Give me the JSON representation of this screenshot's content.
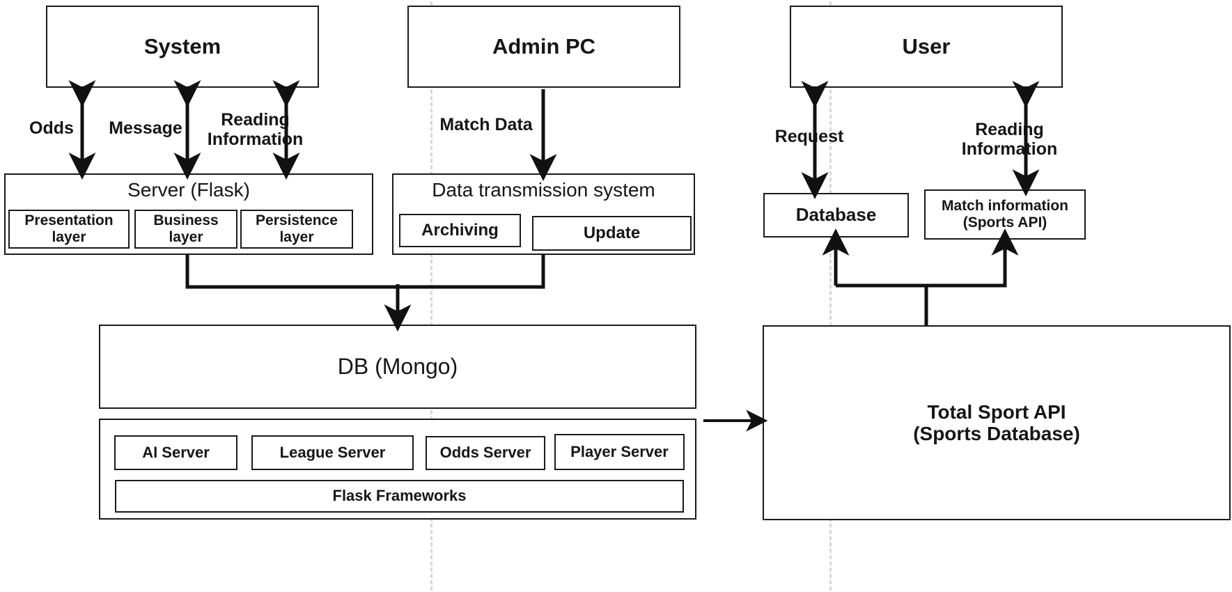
{
  "diagram": {
    "title": "Sports Betting System Architecture",
    "type": "block-architecture",
    "colors": {
      "stroke": "#1a1a1a",
      "background": "#ffffff",
      "text": "#161616",
      "divider": "#d8d8d8"
    },
    "columns": [
      {
        "name": "system-column",
        "label": "System"
      },
      {
        "name": "admin-column",
        "label": "Admin PC"
      },
      {
        "name": "user-column",
        "label": "User"
      }
    ]
  },
  "nodes": {
    "system": "System",
    "admin_pc": "Admin PC",
    "user": "User",
    "server_flask": "Server (Flask)",
    "presentation_layer": "Presentation\nlayer",
    "business_layer": "Business\nlayer",
    "persistence_layer": "Persistence\nlayer",
    "data_transmission_system": "Data transmission system",
    "archiving": "Archiving",
    "update": "Update",
    "database": "Database",
    "match_information": "Match information\n(Sports API)",
    "db_mongo": "DB (Mongo)",
    "ai_server": "AI Server",
    "league_server": "League Server",
    "odds_server": "Odds Server",
    "player_server": "Player Server",
    "flask_frameworks": "Flask Frameworks",
    "total_sport_api": "Total Sport API\n(Sports Database)"
  },
  "edge_labels": {
    "odds": "Odds",
    "message": "Message",
    "reading_information_left": "Reading\nInformation",
    "match_data": "Match Data",
    "request": "Request",
    "reading_information_right": "Reading\nInformation"
  },
  "edges": [
    {
      "from": "System",
      "to": "Server (Flask)",
      "label": "Odds",
      "direction": "bidirectional"
    },
    {
      "from": "System",
      "to": "Server (Flask)",
      "label": "Message",
      "direction": "bidirectional"
    },
    {
      "from": "System",
      "to": "Server (Flask)",
      "label": "Reading Information",
      "direction": "bidirectional"
    },
    {
      "from": "Admin PC",
      "to": "Data transmission system",
      "label": "Match Data",
      "direction": "down"
    },
    {
      "from": "Server (Flask)",
      "to": "DB (Mongo)",
      "label": "",
      "direction": "down"
    },
    {
      "from": "Data transmission system",
      "to": "DB (Mongo)",
      "label": "",
      "direction": "down"
    },
    {
      "from": "User",
      "to": "Database",
      "label": "Request",
      "direction": "bidirectional"
    },
    {
      "from": "User",
      "to": "Match information (Sports API)",
      "label": "Reading Information",
      "direction": "bidirectional"
    },
    {
      "from": "Total Sport API (Sports Database)",
      "to": "Database",
      "label": "",
      "direction": "up"
    },
    {
      "from": "Total Sport API (Sports Database)",
      "to": "Match information (Sports API)",
      "label": "",
      "direction": "up"
    },
    {
      "from": "DB (Mongo) stack",
      "to": "Total Sport API (Sports Database)",
      "label": "",
      "direction": "right"
    }
  ]
}
